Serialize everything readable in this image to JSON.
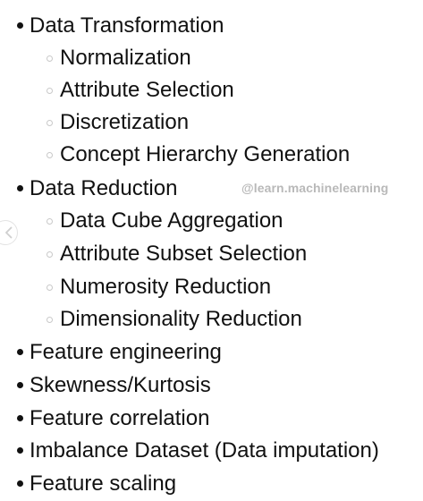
{
  "outline": [
    {
      "level": 1,
      "text": "Data Transformation"
    },
    {
      "level": 2,
      "text": "Normalization"
    },
    {
      "level": 2,
      "text": "Attribute Selection"
    },
    {
      "level": 2,
      "text": "Discretization"
    },
    {
      "level": 2,
      "text": "Concept Hierarchy Generation"
    },
    {
      "level": 1,
      "text": "Data Reduction"
    },
    {
      "level": 2,
      "text": "Data Cube Aggregation"
    },
    {
      "level": 2,
      "text": "Attribute Subset Selection"
    },
    {
      "level": 2,
      "text": "Numerosity Reduction"
    },
    {
      "level": 2,
      "text": "Dimensionality Reduction"
    },
    {
      "level": 1,
      "text": "Feature engineering"
    },
    {
      "level": 1,
      "text": "Skewness/Kurtosis"
    },
    {
      "level": 1,
      "text": "Feature correlation"
    },
    {
      "level": 1,
      "text": "Imbalance Dataset (Data imputation)"
    },
    {
      "level": 1,
      "text": "Feature scaling"
    }
  ],
  "watermark": "@learn.machinelearning",
  "icons": {
    "prev": "chevron-left-icon"
  },
  "colors": {
    "text": "#111111",
    "sub_bullet": "#c9c9c9",
    "watermark": "#b9b9b9"
  }
}
